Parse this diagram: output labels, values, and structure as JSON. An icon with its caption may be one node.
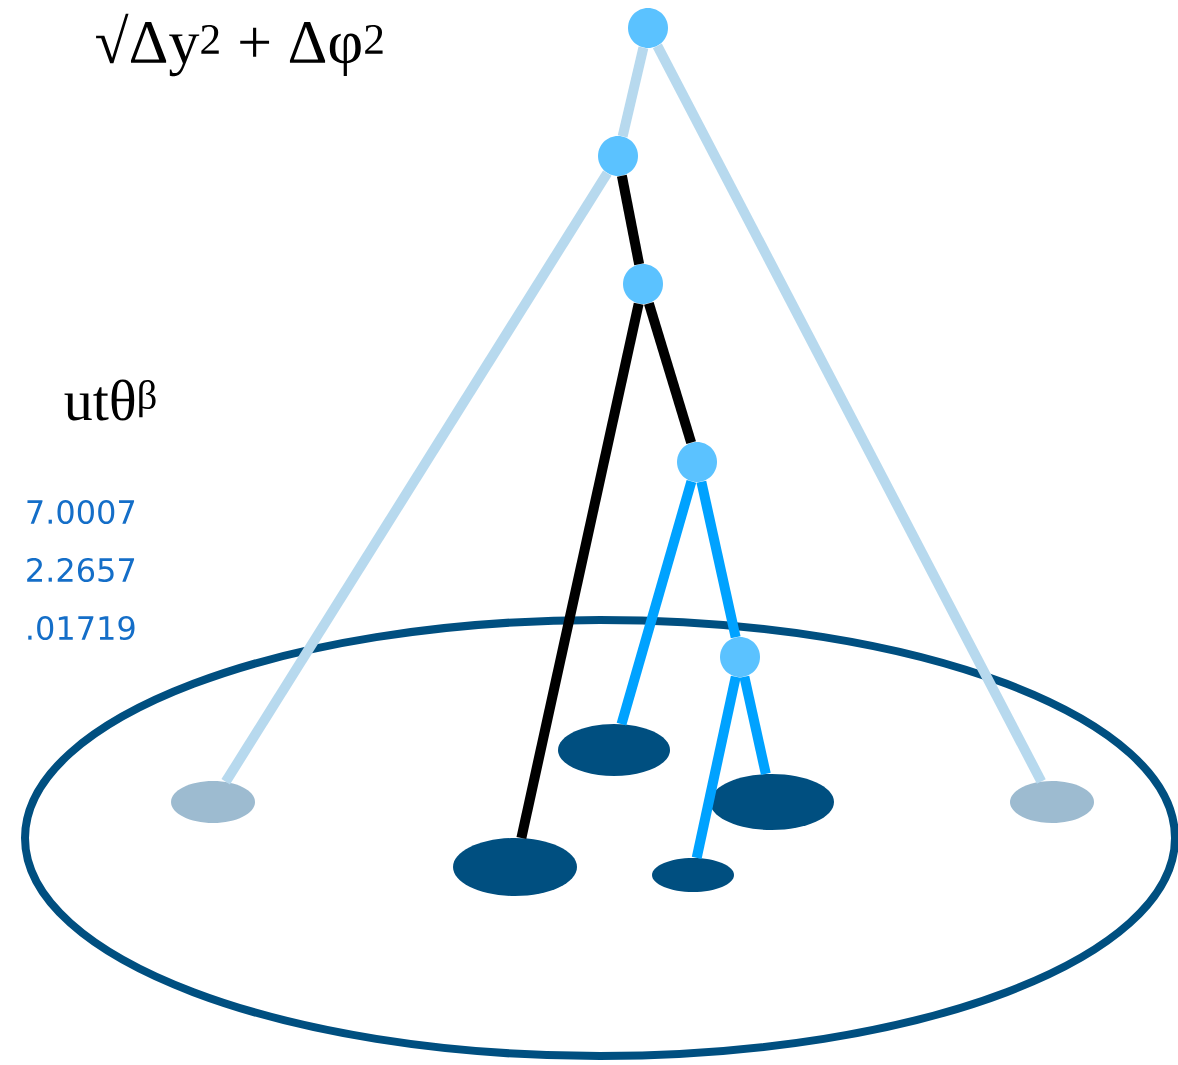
{
  "diagram": {
    "nodes": [
      {
        "text": [],
        "shape": "circle"
      },
      {
        "text": [],
        "shape": "circle"
      },
      {
        "text": [],
        "shape": "circle"
      },
      {
        "text": [],
        "shape": "circle"
      },
      {
        "text": [],
        "shape": "circle"
      },
      {
        "text": [],
        "shape": "ellipse"
      },
      {
        "text": [],
        "shape": "ellipse"
      },
      {
        "text": [],
        "shape": "ellipse"
      },
      {
        "text": [],
        "shape": "ellipse"
      },
      {
        "text": [],
        "shape": "ellipse"
      },
      {
        "text": [],
        "shape": "ellipse"
      }
    ],
    "edges": [
      {
        "from": 0,
        "to": 1,
        "arrow": "none",
        "color": "#b7d9ee"
      },
      {
        "from": 0,
        "to": 10,
        "arrow": "none",
        "color": "#b7d9ee"
      },
      {
        "from": 1,
        "to": 5,
        "arrow": "none",
        "color": "#b7d9ee"
      },
      {
        "from": 1,
        "to": 2,
        "arrow": "none",
        "color": "#000000"
      },
      {
        "from": 2,
        "to": 6,
        "arrow": "none",
        "color": "#000000"
      },
      {
        "from": 2,
        "to": 3,
        "arrow": "none",
        "color": "#000000"
      },
      {
        "from": 3,
        "to": 7,
        "arrow": "none"
      },
      {
        "from": 3,
        "to": 4,
        "arrow": "none"
      },
      {
        "from": 4,
        "to": 8,
        "arrow": "none"
      },
      {
        "from": 4,
        "to": 9,
        "arrow": "none"
      }
    ],
    "labels": [
      "√Δy$^{2}$ + Δφ$^{2}$",
      "utθ$^{β}$",
      "7.0007",
      "2.2657",
      ".01719"
    ]
  }
}
